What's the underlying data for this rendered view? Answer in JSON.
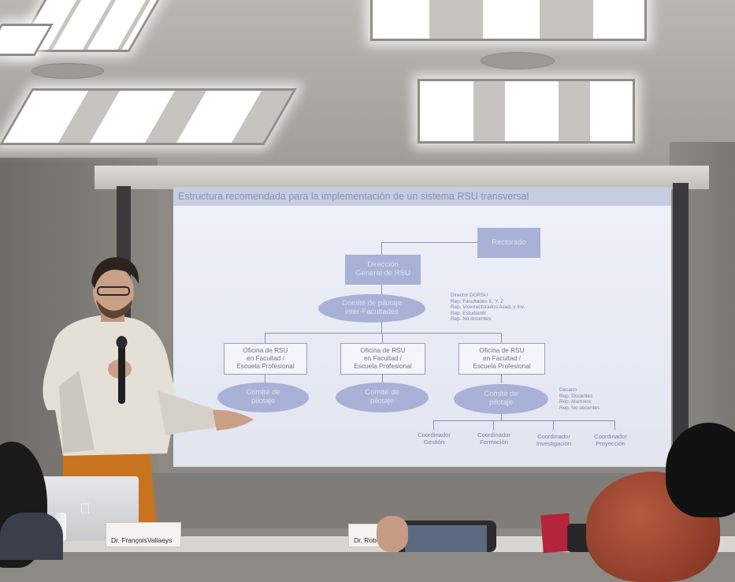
{
  "slide": {
    "title": "Estructura recomendada para la implementación de un sistema RSU transversal",
    "rectorado": "Rectorado",
    "direccion": [
      "Dirección",
      "General de RSU"
    ],
    "comite_inter": [
      "Comité de pilotaje",
      "inter-Facultades"
    ],
    "members_inter": [
      "Director DGRSU",
      "Rep. Facultades X, Y, Z",
      "Rep. Vicerrectorados Acad. y Inv.",
      "Rep. Estudiantil",
      "Rep. No docentes"
    ],
    "oficinas": [
      [
        "Oficina de RSU",
        "en Facultad /",
        "Escuela Profesional"
      ],
      [
        "Oficina de RSU",
        "en Facultad /",
        "Escuela Profesional"
      ],
      [
        "Oficina de RSU",
        "en Facultad /",
        "Escuela Profesional"
      ]
    ],
    "comites": [
      [
        "Comité de",
        "pilotaje"
      ],
      [
        "Comité de",
        "pilotaje"
      ],
      [
        "Comité de",
        "pilotaje"
      ]
    ],
    "members_facultad": [
      "Decano",
      "Rep. Docentes",
      "Rep. Alumnos",
      "Rep. No docentes"
    ],
    "coordinadores": [
      [
        "Coordinador",
        "Gestión"
      ],
      [
        "Coordinador",
        "Formación"
      ],
      [
        "Coordinador",
        "Investigación"
      ],
      [
        "Coordinador",
        "Proyección"
      ]
    ]
  },
  "nameplates": {
    "left": "Dr. FrançoisVallaeys",
    "right": "Dr. Roberto"
  },
  "colors": {
    "slide_box": "#a9b1d6",
    "slide_text": "#7d83a2",
    "shirt": "#e4e0d8",
    "trousers": "#c8741e"
  },
  "icons": {
    "laptop_logo": "apple-logo"
  }
}
